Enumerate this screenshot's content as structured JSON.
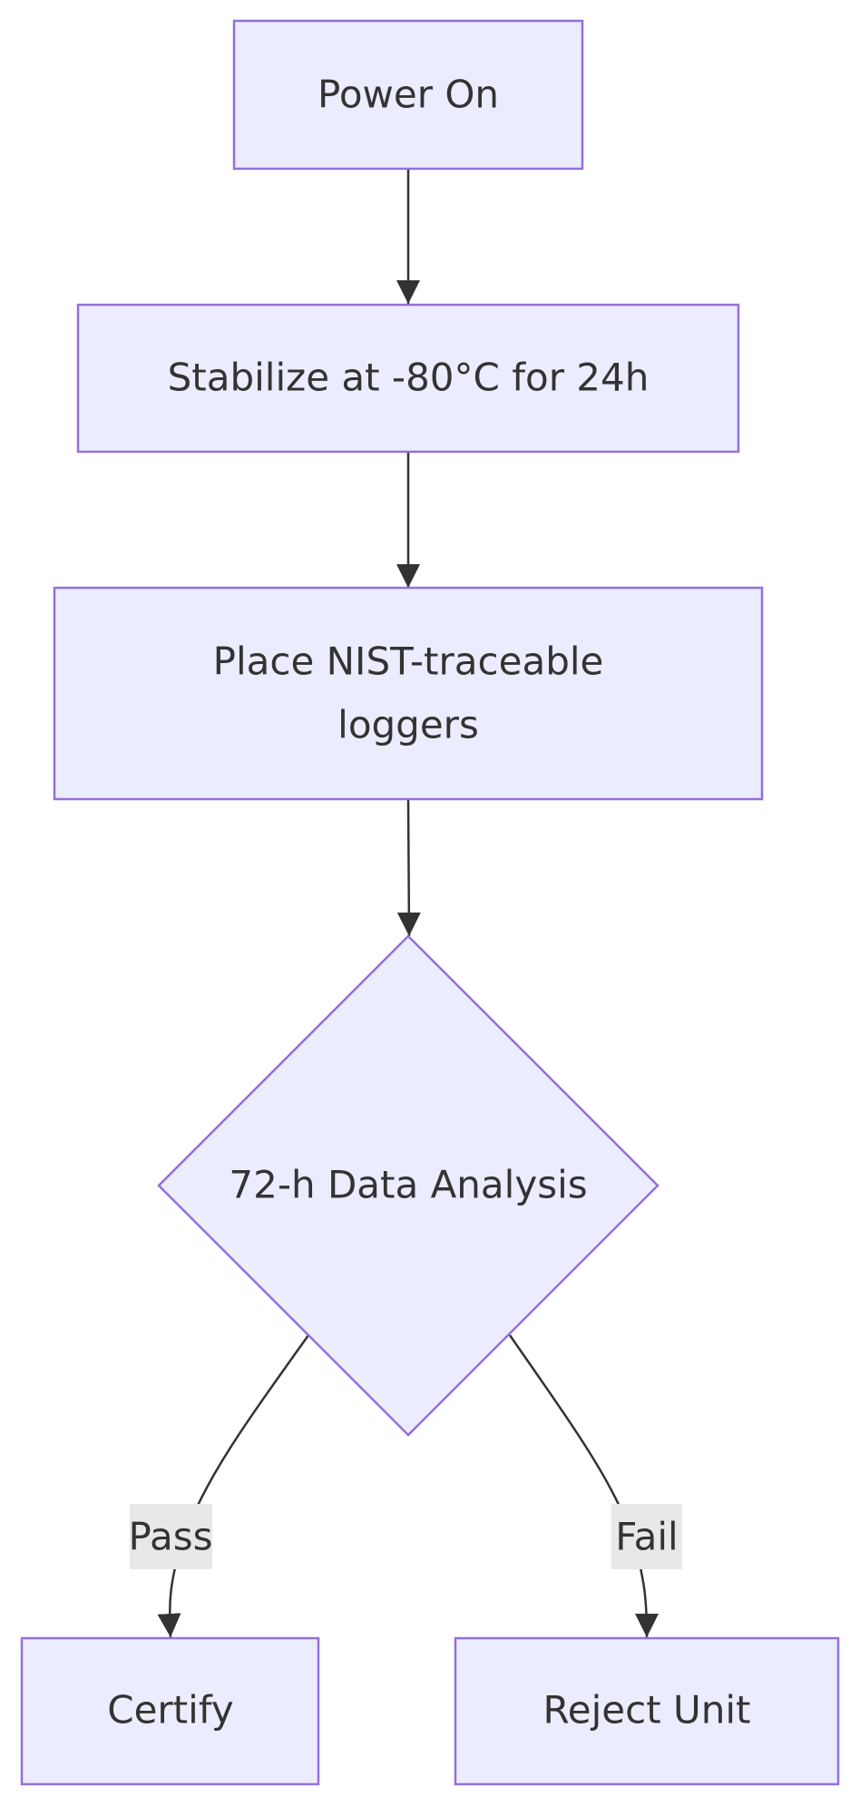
{
  "nodes": {
    "power_on": "Power On",
    "stabilize": "Stabilize at -80°C for 24h",
    "place_loggers_line1": "Place NIST-traceable",
    "place_loggers_line2": "loggers",
    "analysis": "72-h Data Analysis",
    "certify": "Certify",
    "reject": "Reject Unit"
  },
  "edges": {
    "pass_label": "Pass",
    "fail_label": "Fail"
  },
  "colors": {
    "node_fill": "#ECECFF",
    "node_stroke": "#9370DB",
    "edge_stroke": "#333333",
    "text": "#333333",
    "edge_label_bg": "#E8E8E8"
  }
}
